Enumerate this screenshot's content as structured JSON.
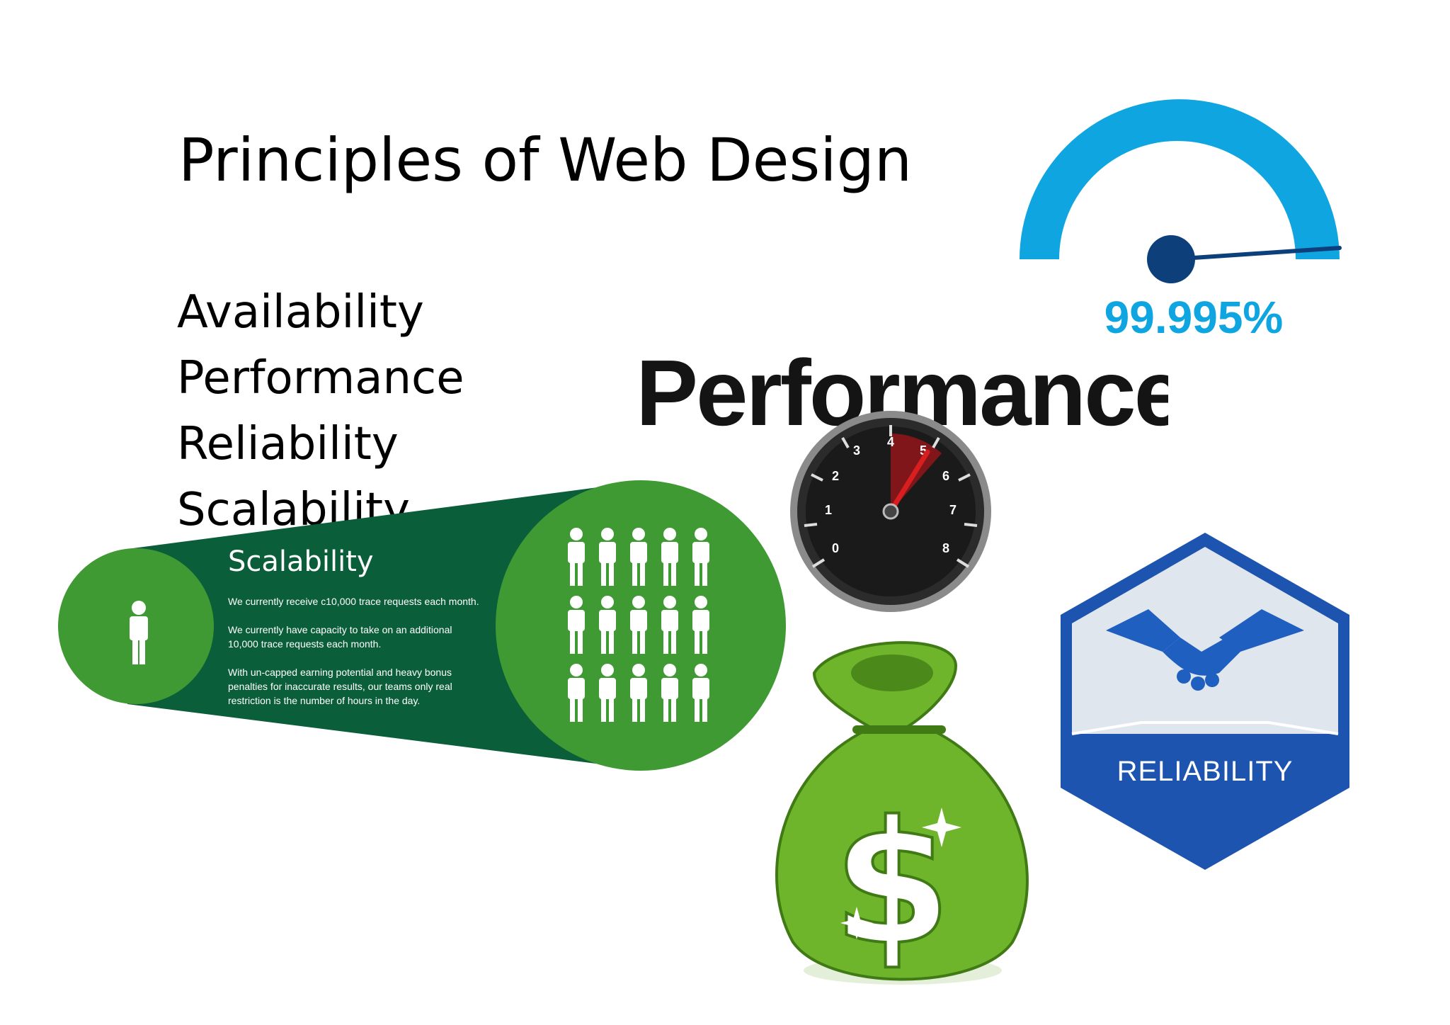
{
  "slide": {
    "title": "Principles of Web Design",
    "principles": [
      "Availability",
      "Performance",
      "Reliability",
      "Scalability"
    ]
  },
  "availability_gauge": {
    "value_label": "99.995%",
    "level_fraction": 0.99995,
    "arc_color": "#0ea5e0",
    "needle_color": "#0d3f7a"
  },
  "performance_badge": {
    "word": "Performance",
    "dial_ticks": [
      "0",
      "1",
      "2",
      "3",
      "4",
      "5",
      "6",
      "7",
      "8"
    ],
    "needle_color": "#d81e1e"
  },
  "scalability_card": {
    "heading": "Scalability",
    "paragraphs": [
      "We currently receive c10,000 trace requests each month.",
      "We currently have capacity to take on an additional 10,000 trace requests each month.",
      "With un-capped earning potential and heavy bonus penalties for inaccurate results, our teams only real restriction is the number of hours in the day."
    ],
    "dark_green": "#0b5e3a",
    "light_green": "#3f9a33"
  },
  "money_bag": {
    "symbol": "$",
    "color": "#6fb52c"
  },
  "reliability_badge": {
    "label": "RELIABILITY",
    "color": "#1d54b0"
  }
}
